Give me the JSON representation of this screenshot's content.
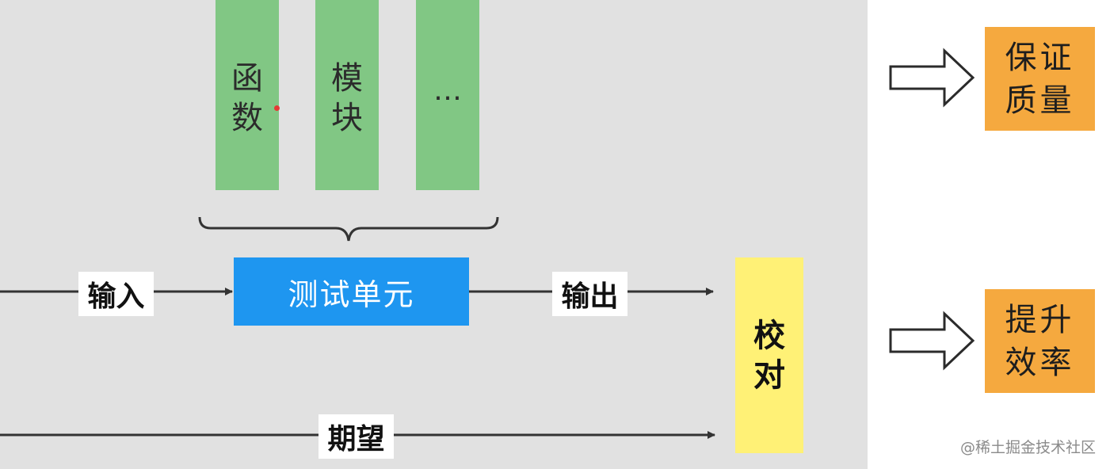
{
  "columns": [
    {
      "label": "函数"
    },
    {
      "label": "模块"
    },
    {
      "label": "…"
    }
  ],
  "center": {
    "label": "测试单元"
  },
  "edges": {
    "input": "输入",
    "output": "输出",
    "expected": "期望"
  },
  "check": {
    "label": "校对"
  },
  "results": [
    {
      "label": "保证质量"
    },
    {
      "label": "提升效率"
    }
  ],
  "watermark": "@稀土掘金技术社区",
  "colors": {
    "panel": "#e1e1e1",
    "green": "#81c784",
    "blue": "#1e96f0",
    "yellow": "#fff176",
    "orange": "#f5a93f"
  }
}
